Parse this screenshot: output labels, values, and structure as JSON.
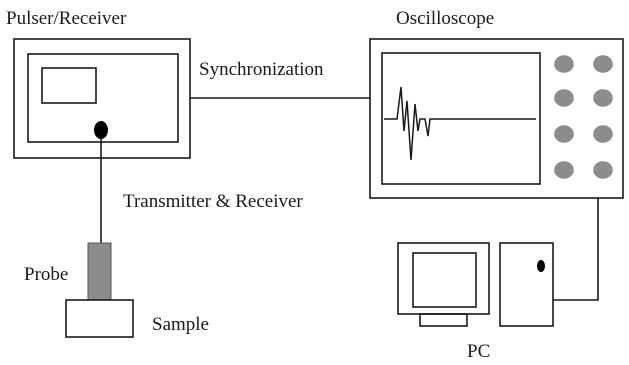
{
  "labels": {
    "pulser_receiver": "Pulser/Receiver",
    "oscilloscope": "Oscilloscope",
    "synchronization": "Synchronization",
    "transmitter_receiver": "Transmitter & Receiver",
    "probe": "Probe",
    "sample": "Sample",
    "pc": "PC"
  },
  "colors": {
    "stroke": "#1a1a1a",
    "knob": "#8c8c8c",
    "probe": "#8c8c8c",
    "background": "#ffffff"
  }
}
